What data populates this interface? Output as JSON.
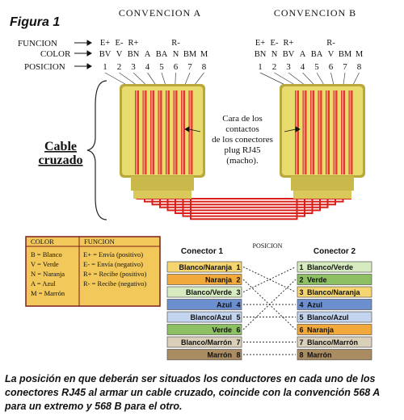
{
  "figure_label": "Figura 1",
  "convention_a": {
    "title": "CONVENCION A",
    "funcion": [
      "E+",
      "E-",
      "R+",
      "",
      "",
      "R-",
      "",
      ""
    ],
    "color": [
      "BV",
      "V",
      "BN",
      "A",
      "BA",
      "N",
      "BM",
      "M"
    ]
  },
  "convention_b": {
    "title": "CONVENCION B",
    "funcion": [
      "E+",
      "E-",
      "R+",
      "",
      "",
      "R-",
      "",
      ""
    ],
    "color": [
      "BN",
      "N",
      "BV",
      "A",
      "BA",
      "V",
      "BM",
      "M"
    ]
  },
  "row_labels": {
    "funcion": "FUNCION",
    "color": "COLOR",
    "posicion": "POSICION"
  },
  "positions": [
    "1",
    "2",
    "3",
    "4",
    "5",
    "6",
    "7",
    "8"
  ],
  "connector_face_label": [
    "Cara de los",
    "contactos",
    "de los conectores",
    "plug RJ45",
    "(macho)."
  ],
  "cable_label": [
    "Cable",
    "cruzado"
  ],
  "legend": {
    "color_header": "COLOR",
    "funcion_header": "FUNCION",
    "colors": [
      "B = Blanco",
      "V = Verde",
      "N = Naranja",
      "A = Azul",
      "M = Marrón"
    ],
    "funciones": [
      "E+ = Envía (positivo)",
      "E- = Envía (negativo)",
      "R+ = Recibe (positivo)",
      "R- = Recibe (negativo)"
    ]
  },
  "pinout": {
    "conector1_title": "Conector 1",
    "conector2_title": "Conector 2",
    "posicion_title": "POSICION",
    "left": [
      {
        "label": "Blanco/Naranja",
        "pos": "1",
        "color": "#f4d56f"
      },
      {
        "label": "Naranja",
        "pos": "2",
        "color": "#f2a93b"
      },
      {
        "label": "Blanco/Verde",
        "pos": "3",
        "color": "#d6ecc0"
      },
      {
        "label": "Azul",
        "pos": "4",
        "color": "#6b8fcf"
      },
      {
        "label": "Blanco/Azul",
        "pos": "5",
        "color": "#c3d4ef"
      },
      {
        "label": "Verde",
        "pos": "6",
        "color": "#8cc063"
      },
      {
        "label": "Blanco/Marrón",
        "pos": "7",
        "color": "#dacfb9"
      },
      {
        "label": "Marrón",
        "pos": "8",
        "color": "#a98c62"
      }
    ],
    "right": [
      {
        "label": "Blanco/Verde",
        "pos": "1",
        "color": "#d6ecc0"
      },
      {
        "label": "Verde",
        "pos": "2",
        "color": "#8cc063"
      },
      {
        "label": "Blanco/Naranja",
        "pos": "3",
        "color": "#f4d56f"
      },
      {
        "label": "Azul",
        "pos": "4",
        "color": "#6b8fcf"
      },
      {
        "label": "Blanco/Azul",
        "pos": "5",
        "color": "#c3d4ef"
      },
      {
        "label": "Naranja",
        "pos": "6",
        "color": "#f2a93b"
      },
      {
        "label": "Blanco/Marrón",
        "pos": "7",
        "color": "#dacfb9"
      },
      {
        "label": "Marrón",
        "pos": "8",
        "color": "#a98c62"
      }
    ],
    "crossings": [
      [
        "1",
        "3"
      ],
      [
        "2",
        "6"
      ],
      [
        "3",
        "1"
      ],
      [
        "6",
        "2"
      ]
    ],
    "straight": [
      "4",
      "5",
      "7",
      "8"
    ]
  },
  "caption": "La posición en que deberán ser situados los conductores en cada uno de los conectores RJ45 al armar un cable cruzado, coincide con la convención 568 A para un extremo y 568 B para el otro.",
  "colors": {
    "connector_fill": "#e8dc6e",
    "connector_shade": "#b9a93a",
    "wire_red": "#d9201a",
    "legend_fill": "#f3c85a",
    "legend_border": "#7a1f1f"
  }
}
